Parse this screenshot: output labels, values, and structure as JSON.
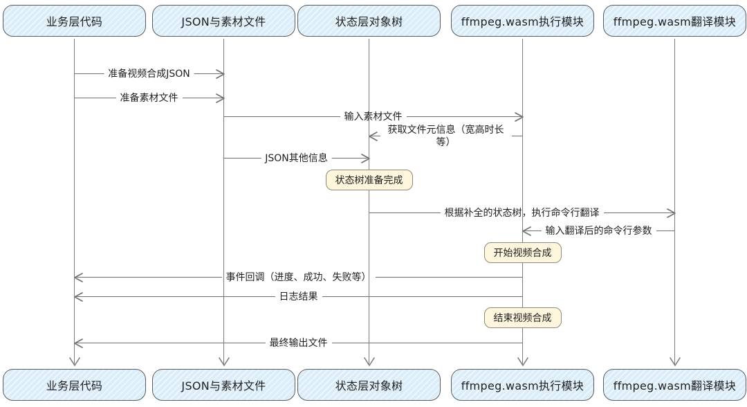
{
  "diagram_type": "sequence",
  "actors": [
    {
      "label": "业务层代码"
    },
    {
      "label": "JSON与素材文件"
    },
    {
      "label": "状态层对象树"
    },
    {
      "label": "ffmpeg.wasm执行模块"
    },
    {
      "label": "ffmpeg.wasm翻译模块"
    }
  ],
  "messages": [
    {
      "label": "准备视频合成JSON",
      "from": "业务层代码",
      "to": "JSON与素材文件",
      "direction": "right"
    },
    {
      "label": "准备素材文件",
      "from": "业务层代码",
      "to": "JSON与素材文件",
      "direction": "right"
    },
    {
      "label": "输入素材文件",
      "from": "JSON与素材文件",
      "to": "ffmpeg.wasm执行模块",
      "direction": "right"
    },
    {
      "label": "获取文件元信息（宽高时长等）",
      "from": "ffmpeg.wasm执行模块",
      "to": "状态层对象树",
      "direction": "left"
    },
    {
      "label": "JSON其他信息",
      "from": "JSON与素材文件",
      "to": "状态层对象树",
      "direction": "right"
    },
    {
      "label": "根据补全的状态树，执行命令行翻译",
      "from": "状态层对象树",
      "to": "ffmpeg.wasm翻译模块",
      "direction": "right"
    },
    {
      "label": "输入翻译后的命令行参数",
      "from": "ffmpeg.wasm翻译模块",
      "to": "ffmpeg.wasm执行模块",
      "direction": "left"
    },
    {
      "label": "事件回调（进度、成功、失败等）",
      "from": "ffmpeg.wasm执行模块",
      "to": "业务层代码",
      "direction": "left"
    },
    {
      "label": "日志结果",
      "from": "ffmpeg.wasm执行模块",
      "to": "业务层代码",
      "direction": "left"
    },
    {
      "label": "最终输出文件",
      "from": "ffmpeg.wasm执行模块",
      "to": "业务层代码",
      "direction": "left"
    }
  ],
  "notes": [
    {
      "label": "状态树准备完成",
      "over": "状态层对象树"
    },
    {
      "label": "开始视频合成",
      "over": "ffmpeg.wasm执行模块"
    },
    {
      "label": "结束视频合成",
      "over": "ffmpeg.wasm执行模块"
    }
  ],
  "colors": {
    "background": "#ffffff",
    "actor_fill": "#daedf9",
    "actor_border": "#565b61",
    "note_fill": "#fdf6dd",
    "note_border": "#8b897b",
    "line": "#6f6f6f",
    "lifeline": "#7b7b7b",
    "text": "#1e1e1e"
  }
}
